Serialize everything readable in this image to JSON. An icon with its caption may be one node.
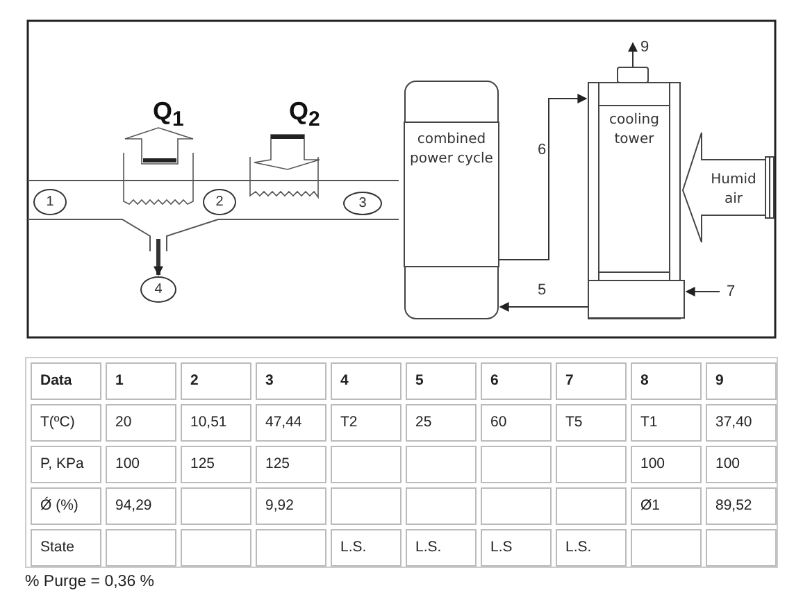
{
  "diagram": {
    "nodes": [
      {
        "text": [
          "1"
        ]
      },
      {
        "text": [
          "2"
        ]
      },
      {
        "text": [
          "3"
        ]
      },
      {
        "text": [
          "4"
        ]
      },
      {
        "text": [
          "combined power cycle"
        ]
      },
      {
        "text": [
          "cooling tower"
        ]
      },
      {
        "text": [
          "Humid air"
        ]
      },
      {
        "text": [],
        "shape": "box"
      }
    ],
    "edges": [
      {
        "from": null,
        "to": 3,
        "arrow": "to",
        "style": "thick"
      },
      {
        "from": 4,
        "to": 5,
        "arrow": "to",
        "label": "6"
      },
      {
        "from": 5,
        "to": 4,
        "arrow": "to",
        "label": "5"
      },
      {
        "from": null,
        "to": 5,
        "arrow": "to",
        "label": "7"
      },
      {
        "from": 7,
        "to": null,
        "arrow": "to",
        "label": "9"
      }
    ],
    "labels": [
      "Q$_{1}$",
      "Q$_{2}$",
      "Data",
      "1",
      "2",
      "3",
      "4",
      "5",
      "6",
      "7",
      "8",
      "9",
      "T(ºC)",
      "20",
      "10,51",
      "47,44",
      "T2",
      "25",
      "60",
      "T5",
      "T1",
      "37,40",
      "P, KPa",
      "100",
      "125",
      "125",
      "100",
      "100",
      "Ǿ (%)",
      "94,29",
      "9,92",
      "Ø1",
      "89,52",
      "State",
      "L.S.",
      "L.S.",
      "L.S",
      "L.S.",
      "% Purge = 0,36 %"
    ]
  }
}
